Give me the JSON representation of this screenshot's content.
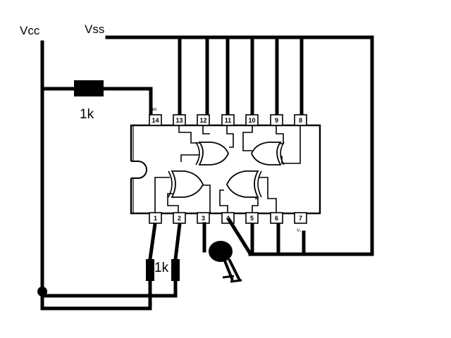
{
  "labels": {
    "vcc": "Vcc",
    "vss": "Vss",
    "resistor_top": "1k",
    "resistor_bottom": "1k",
    "vdd_pin_label": "Vᴅᴅ",
    "vss_pin_label": "Vₛ"
  },
  "ic": {
    "top_pins": [
      "14",
      "13",
      "12",
      "11",
      "10",
      "9",
      "8"
    ],
    "bottom_pins": [
      "1",
      "2",
      "3",
      "4",
      "5",
      "6",
      "7"
    ]
  }
}
